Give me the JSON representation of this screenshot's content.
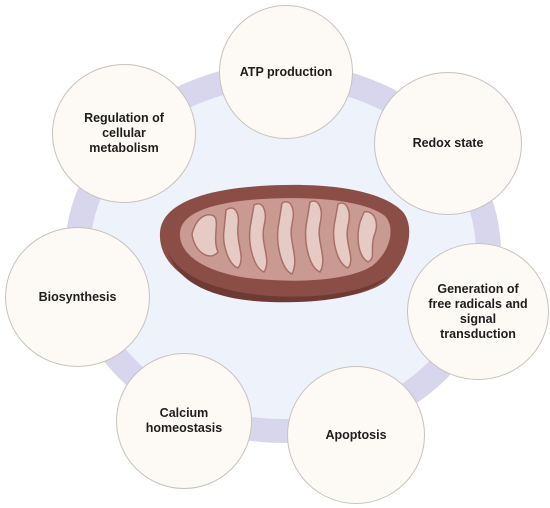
{
  "diagram": {
    "center_label": "",
    "colors": {
      "ring": "#d8d6ec",
      "inner_disc": "#eef2fb",
      "node_fill": "#fdf9f5",
      "node_border": "#c9c2bd",
      "mito_outer": "#8a4e46",
      "mito_shadow": "#6e3a34",
      "mito_inner": "#c99a92",
      "mito_cristae": "#e6cbc5"
    },
    "nodes": [
      {
        "id": "atp",
        "label": "ATP production"
      },
      {
        "id": "redox",
        "label": "Redox state"
      },
      {
        "id": "radicals",
        "label": "Generation of\nfree radicals and\nsignal\ntransduction"
      },
      {
        "id": "apoptosis",
        "label": "Apoptosis"
      },
      {
        "id": "calcium",
        "label": "Calcium\nhomeostasis"
      },
      {
        "id": "biosynthesis",
        "label": "Biosynthesis"
      },
      {
        "id": "metabolism",
        "label": "Regulation of\ncellular\nmetabolism"
      }
    ]
  }
}
